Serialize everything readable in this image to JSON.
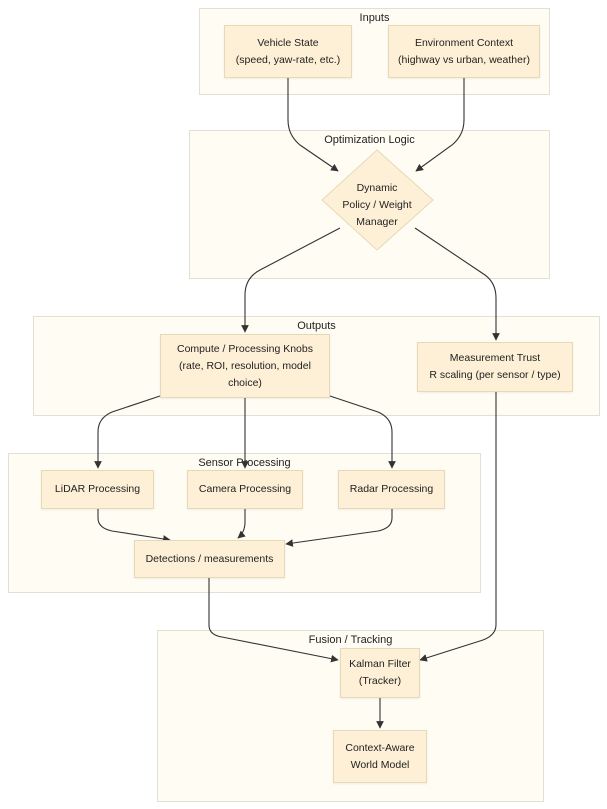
{
  "groups": {
    "inputs": "Inputs",
    "optimization": "Optimization Logic",
    "outputs": "Outputs",
    "sensor": "Sensor Processing",
    "fusion": "Fusion / Tracking"
  },
  "nodes": {
    "vehicle_state": [
      "Vehicle State",
      "(speed, yaw-rate, etc.)"
    ],
    "environment_context": [
      "Environment Context",
      "(highway vs urban, weather)"
    ],
    "policy_manager": [
      "Dynamic",
      "Policy / Weight",
      "Manager"
    ],
    "compute_knobs": [
      "Compute / Processing Knobs",
      "(rate, ROI, resolution, model",
      "choice)"
    ],
    "measurement_trust": [
      "Measurement Trust",
      "R scaling (per sensor / type)"
    ],
    "lidar": "LiDAR Processing",
    "camera": "Camera Processing",
    "radar": "Radar Processing",
    "detections": "Detections / measurements",
    "kalman": [
      "Kalman Filter",
      "(Tracker)"
    ],
    "world_model": [
      "Context-Aware",
      "World Model"
    ]
  },
  "colors": {
    "group_fill": "#fffcf3",
    "group_border": "#e3dfd4",
    "node_fill": "#fdf0d6",
    "node_border": "#e6d9b8",
    "edge": "#333333"
  }
}
